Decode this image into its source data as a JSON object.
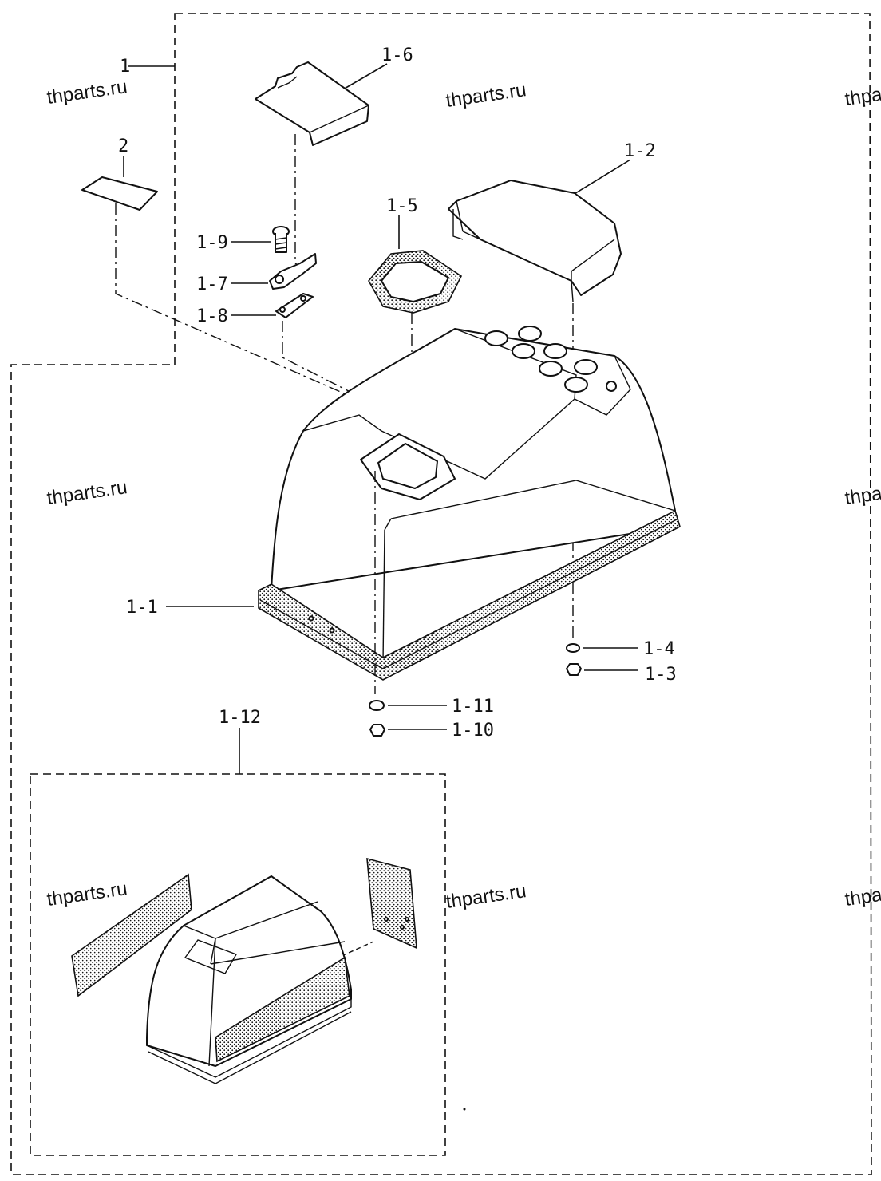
{
  "watermark": "thparts.ru",
  "callouts": {
    "c1": "1",
    "c2": "2",
    "c1_1": "1-1",
    "c1_2": "1-2",
    "c1_3": "1-3",
    "c1_4": "1-4",
    "c1_5": "1-5",
    "c1_6": "1-6",
    "c1_7": "1-7",
    "c1_8": "1-8",
    "c1_9": "1-9",
    "c1_10": "1-10",
    "c1_11": "1-11",
    "c1_12": "1-12"
  },
  "colors": {
    "ink": "#111111",
    "paper": "#ffffff"
  }
}
